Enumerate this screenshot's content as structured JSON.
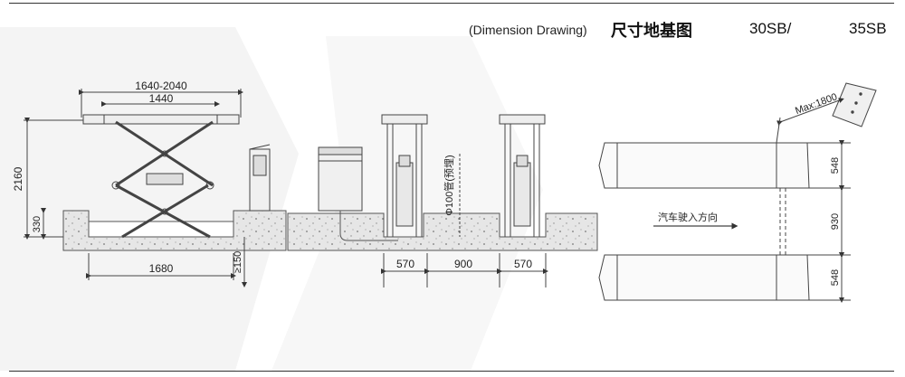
{
  "header": {
    "title_en": "(Dimension Drawing)",
    "title_cn": "尺寸地基图",
    "model_1": "30SB/",
    "model_2": "35SB"
  },
  "side_view": {
    "dim_top_range": "1640-2040",
    "dim_top": "1440",
    "dim_height": "2160",
    "dim_pit_depth": "330",
    "dim_bottom": "1680",
    "dim_base": "≥150"
  },
  "front_view": {
    "pipe_label": "Φ100管(预埋)",
    "dim_left": "570",
    "dim_middle": "900",
    "dim_right": "570"
  },
  "plan_view": {
    "dim_max": "Max:1800",
    "dim_width_top": "548",
    "dim_gap": "930",
    "dim_width_bottom": "548",
    "direction_label": "汽车驶入方向"
  }
}
